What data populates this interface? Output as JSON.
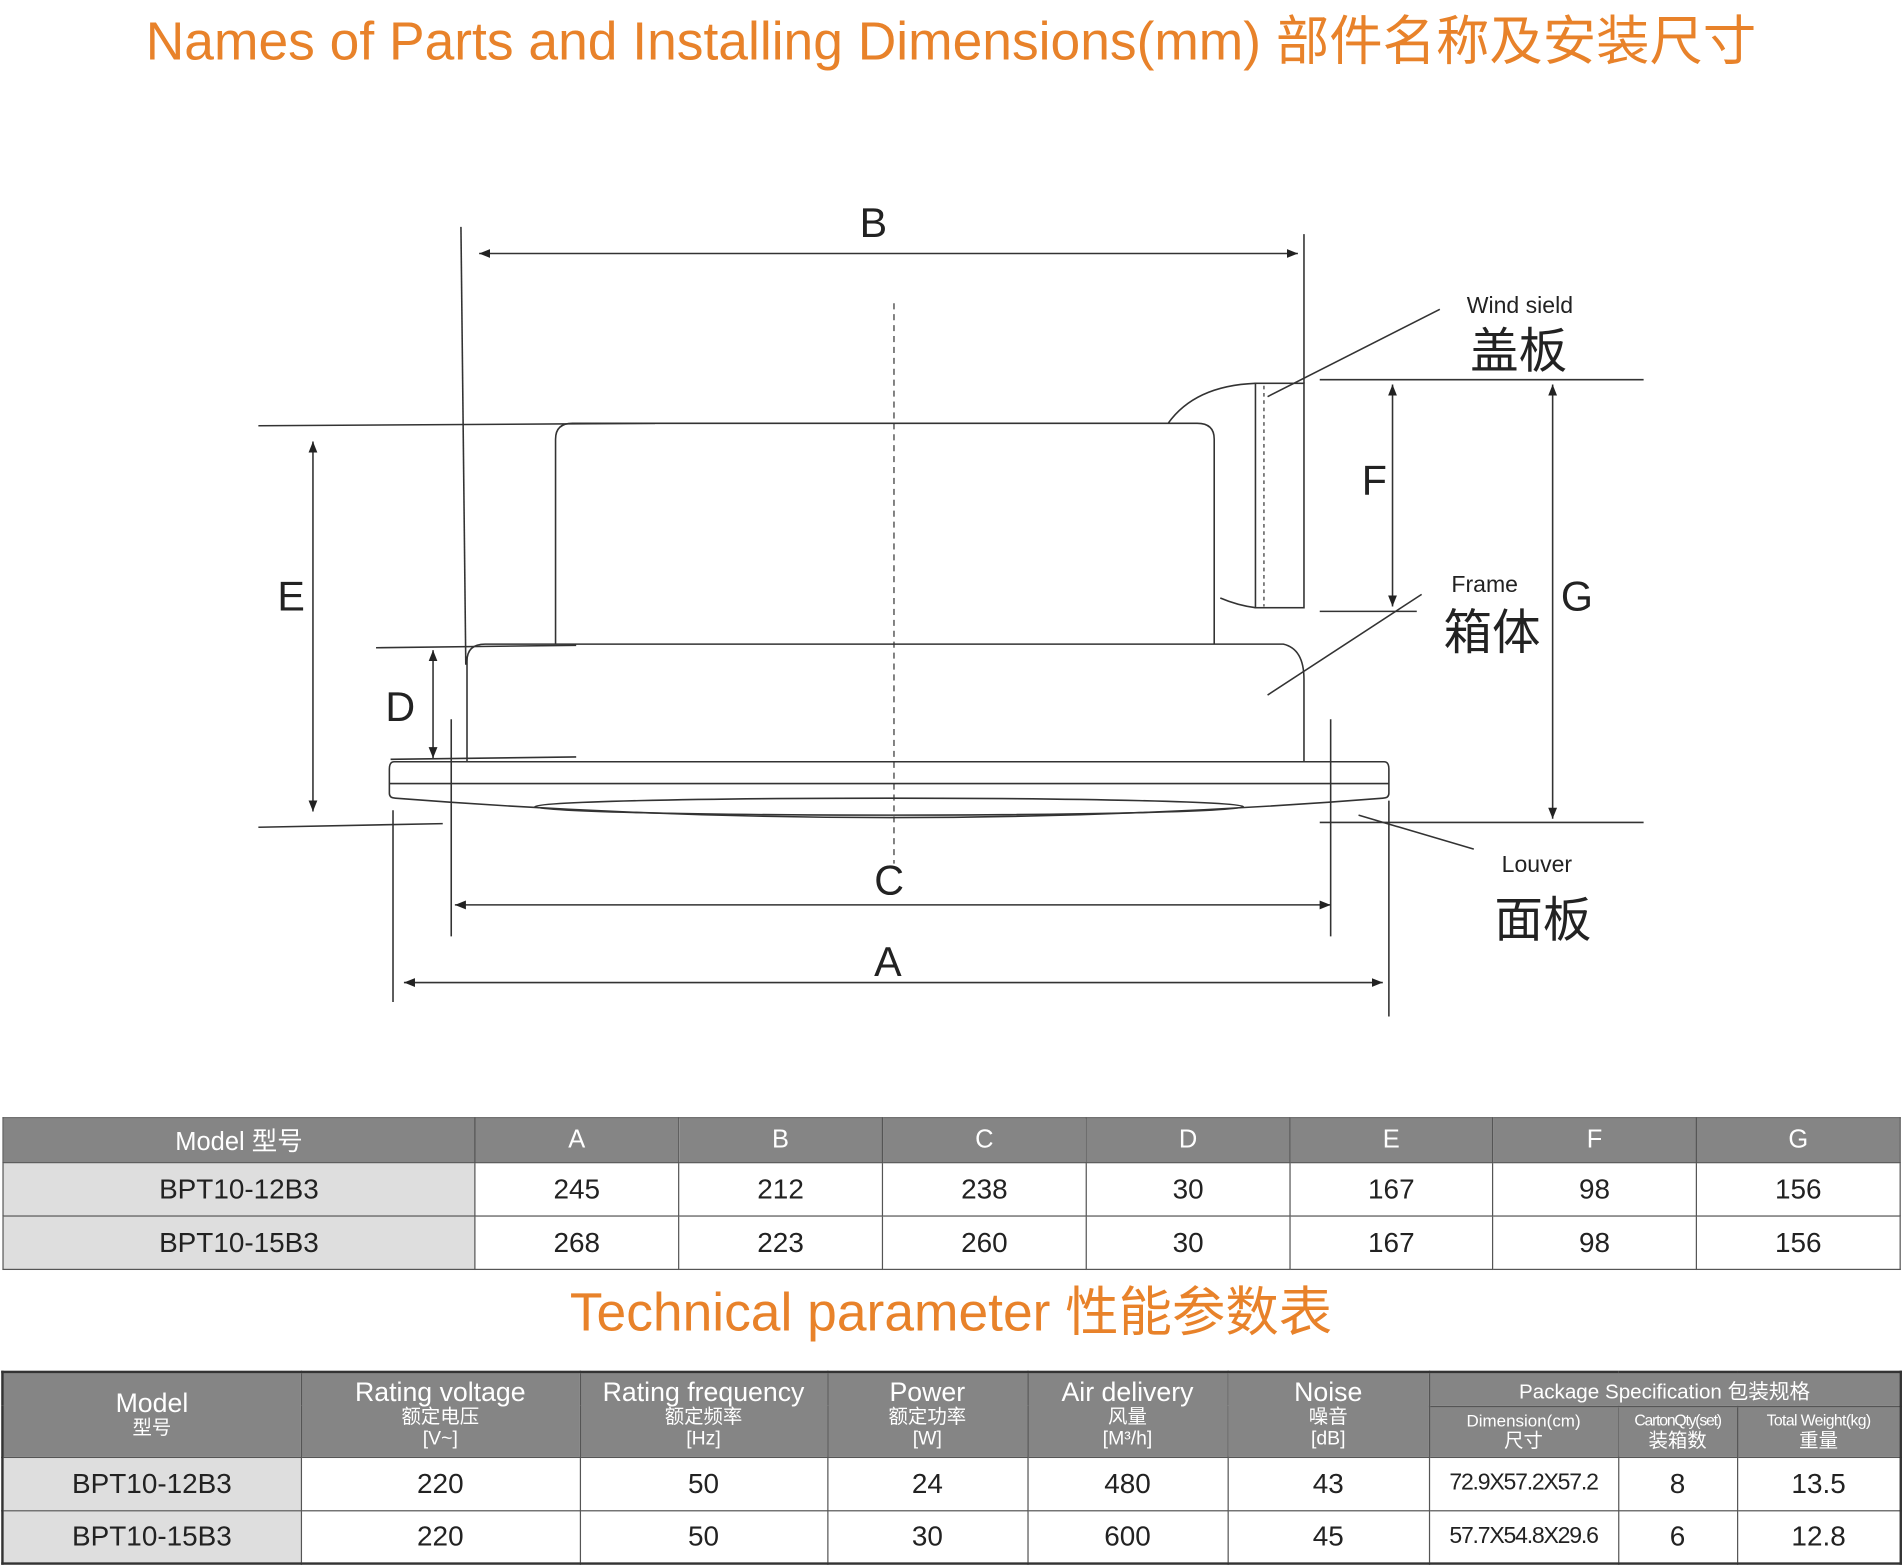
{
  "title": "Names of Parts and Installing Dimensions(mm)  部件名称及安装尺寸",
  "diagram": {
    "dims": {
      "A": "A",
      "B": "B",
      "C": "C",
      "D": "D",
      "E": "E",
      "F": "F",
      "G": "G"
    },
    "parts": [
      {
        "en": "Wind sield",
        "zh": "盖板"
      },
      {
        "en": "Frame",
        "zh": "箱体"
      },
      {
        "en": "Louver",
        "zh": "面板"
      }
    ]
  },
  "dim_table": {
    "headers": [
      "Model 型号",
      "A",
      "B",
      "C",
      "D",
      "E",
      "F",
      "G"
    ],
    "rows": [
      [
        "BPT10-12B3",
        "245",
        "212",
        "238",
        "30",
        "167",
        "98",
        "156"
      ],
      [
        "BPT10-15B3",
        "268",
        "223",
        "260",
        "30",
        "167",
        "98",
        "156"
      ]
    ]
  },
  "tech_title": "Technical parameter  性能参数表",
  "tech_table": {
    "headers": [
      {
        "en": "Model",
        "zh": "型号"
      },
      {
        "en": "Rating voltage",
        "zh": "额定电压",
        "unit": "[V~]"
      },
      {
        "en": "Rating frequency",
        "zh": "额定频率",
        "unit": "[Hz]"
      },
      {
        "en": "Power",
        "zh": "额定功率",
        "unit": "[W]"
      },
      {
        "en": "Air delivery",
        "zh": "风量",
        "unit": "[M³/h]"
      },
      {
        "en": "Noise",
        "zh": "噪音",
        "unit": "[dB]"
      }
    ],
    "package": {
      "label": "Package Specification 包装规格",
      "sub": [
        {
          "en": "Dimension(cm)",
          "zh": "尺寸"
        },
        {
          "en": "CartonQty(set)",
          "zh": "装箱数"
        },
        {
          "en": "Total Weight(kg)",
          "zh": "重量"
        }
      ]
    },
    "rows": [
      [
        "BPT10-12B3",
        "220",
        "50",
        "24",
        "480",
        "43",
        "72.9X57.2X57.2",
        "8",
        "13.5"
      ],
      [
        "BPT10-15B3",
        "220",
        "50",
        "30",
        "600",
        "45",
        "57.7X54.8X29.6",
        "6",
        "12.8"
      ]
    ]
  }
}
